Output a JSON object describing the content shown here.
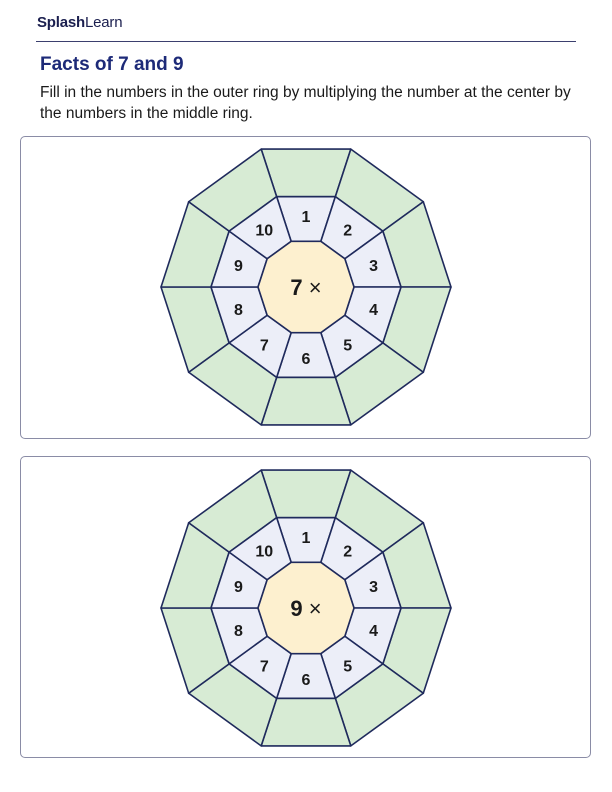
{
  "header": {
    "logo_bold": "Splash",
    "logo_regular": "Learn"
  },
  "worksheet": {
    "title": "Facts of 7 and 9",
    "instructions": "Fill in the numbers in the outer ring by multiplying the number at the center by the numbers in the middle ring."
  },
  "colors": {
    "outline": "#1f2a5c",
    "outer_ring": "#d7ebd4",
    "middle_ring": "#eceef8",
    "center": "#fdf0cf"
  },
  "wheels": [
    {
      "center_number": "7",
      "operator": "×",
      "middle_ring": [
        "1",
        "2",
        "3",
        "4",
        "5",
        "6",
        "7",
        "8",
        "9",
        "10"
      ],
      "outer_ring": [
        "",
        "",
        "",
        "",
        "",
        "",
        "",
        "",
        "",
        ""
      ]
    },
    {
      "center_number": "9",
      "operator": "×",
      "middle_ring": [
        "1",
        "2",
        "3",
        "4",
        "5",
        "6",
        "7",
        "8",
        "9",
        "10"
      ],
      "outer_ring": [
        "",
        "",
        "",
        "",
        "",
        "",
        "",
        "",
        "",
        ""
      ]
    }
  ]
}
